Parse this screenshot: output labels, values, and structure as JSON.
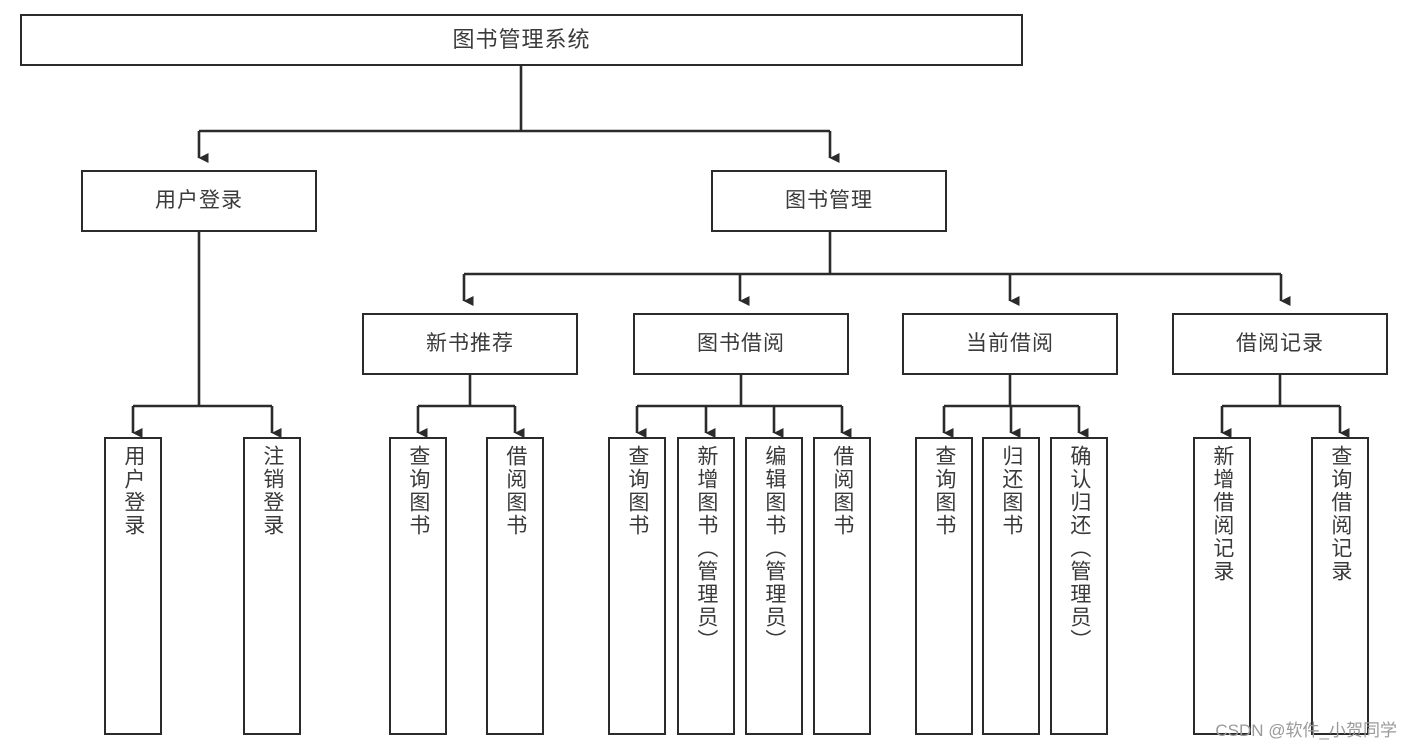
{
  "diagram": {
    "type": "tree-hierarchy-chart",
    "title": "图书管理系统",
    "watermark": "CSDN @软件_小贺同学",
    "colors": {
      "box_border": "#2b2b2b",
      "box_fill": "#ffffff",
      "text": "#3a3a3a",
      "connector": "#2b2b2b",
      "watermark": "#9a9a9a",
      "background": "#ffffff"
    },
    "root": {
      "id": "root",
      "label": "图书管理系统"
    },
    "level2": [
      {
        "id": "user-login",
        "label": "用户登录"
      },
      {
        "id": "book-manage",
        "label": "图书管理"
      }
    ],
    "level3": [
      {
        "id": "new-book-recommend",
        "label": "新书推荐",
        "parent": "book-manage"
      },
      {
        "id": "book-borrow",
        "label": "图书借阅",
        "parent": "book-manage"
      },
      {
        "id": "current-borrow",
        "label": "当前借阅",
        "parent": "book-manage"
      },
      {
        "id": "borrow-record",
        "label": "借阅记录",
        "parent": "book-manage"
      }
    ],
    "leaves": [
      {
        "id": "leaf-user-login",
        "label": "用户登录",
        "parent": "user-login"
      },
      {
        "id": "leaf-logout-login",
        "label": "注销登录",
        "parent": "user-login"
      },
      {
        "id": "leaf-query-book-1",
        "label": "查询图书",
        "parent": "new-book-recommend"
      },
      {
        "id": "leaf-borrow-book-1",
        "label": "借阅图书",
        "parent": "new-book-recommend"
      },
      {
        "id": "leaf-query-book-2",
        "label": "查询图书",
        "parent": "book-borrow"
      },
      {
        "id": "leaf-add-book",
        "label": "新增图书（管理员）",
        "parent": "book-borrow"
      },
      {
        "id": "leaf-edit-book",
        "label": "编辑图书（管理员）",
        "parent": "book-borrow"
      },
      {
        "id": "leaf-borrow-book-2",
        "label": "借阅图书",
        "parent": "book-borrow"
      },
      {
        "id": "leaf-query-book-3",
        "label": "查询图书",
        "parent": "current-borrow"
      },
      {
        "id": "leaf-return-book",
        "label": "归还图书",
        "parent": "current-borrow"
      },
      {
        "id": "leaf-confirm-return",
        "label": "确认归还（管理员）",
        "parent": "current-borrow"
      },
      {
        "id": "leaf-add-record",
        "label": "新增借阅记录",
        "parent": "borrow-record"
      },
      {
        "id": "leaf-query-record",
        "label": "查询借阅记录",
        "parent": "borrow-record"
      }
    ]
  }
}
